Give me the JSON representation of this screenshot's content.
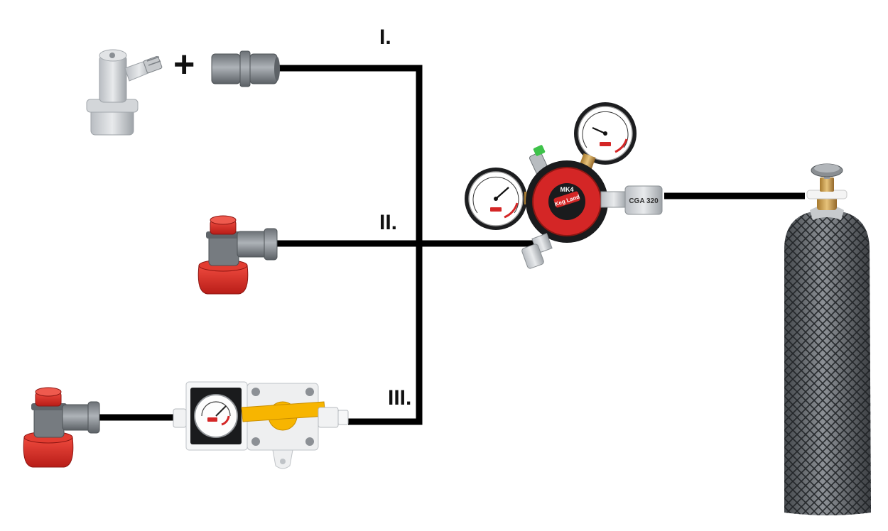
{
  "labels": {
    "line1": "I.",
    "line2": "II.",
    "line3": "III."
  },
  "symbols": {
    "plus": "+"
  },
  "regulator": {
    "cga_label": "CGA 320",
    "model": "MK4",
    "brand": "Keg Land"
  },
  "colors": {
    "line": "#000000",
    "disconnect_red": "#d42626",
    "fitting_grey": "#8e9398",
    "valve_handle": "#f7b500",
    "cylinder_grey": "#6f7378"
  },
  "icons": [
    "ball-lock-gas-disconnect-icon",
    "push-in-fitting-icon",
    "red-gas-disconnect-icon",
    "inline-regulator-icon",
    "primary-regulator-icon",
    "co2-cylinder-icon"
  ]
}
